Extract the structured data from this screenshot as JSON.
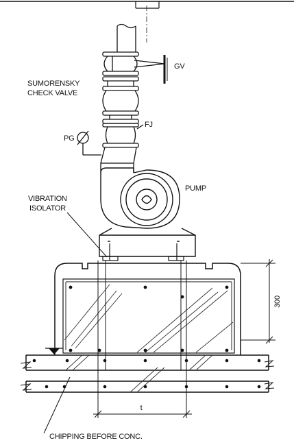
{
  "labels": {
    "gate_valve": "GV",
    "check_valve_line1": "SUMORENSKY",
    "check_valve_line2": "CHECK VALVE",
    "flexible_joint": "FJ",
    "pressure_gauge": "PG",
    "pump": "PUMP",
    "vibration_isolator_line1": "VIBRATION",
    "vibration_isolator_line2": "ISOLATOR",
    "dimension_height": "300",
    "dimension_width": "t",
    "chipping_note": "CHIPPING BEFORE CONC."
  },
  "colors": {
    "line": "#111111",
    "background": "#ffffff",
    "hatch": "#333333"
  }
}
